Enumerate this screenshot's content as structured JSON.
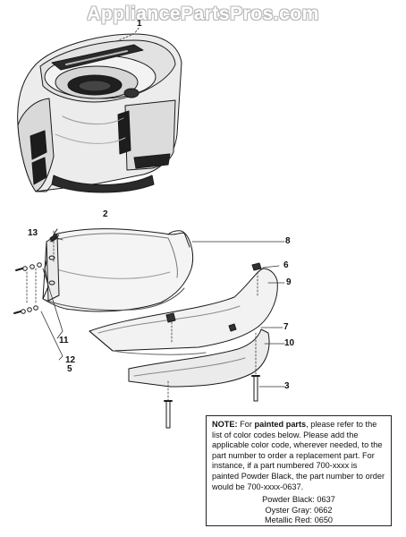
{
  "watermark": "AppliancePartsPros.com",
  "callouts": {
    "c1": "1",
    "c2": "2",
    "c3": "3",
    "c5": "5",
    "c6": "6",
    "c7": "7",
    "c8": "8",
    "c9": "9",
    "c10": "10",
    "c11": "11",
    "c12": "12",
    "c13": "13"
  },
  "note": {
    "lead": "NOTE:",
    "t1": " For ",
    "painted": "painted parts",
    "t2": ", please refer to the list of color codes below.  Please add the applicable color code, wherever needed, to the part number to order a replacement part.  For instance, if a part numbered 700-xxxx is painted Powder Black, the part number to order would be 700-xxxx-0637.",
    "codes": [
      "Powder Black: 0637",
      "Oyster Gray: 0662",
      "Metallic Red: 0650"
    ]
  }
}
